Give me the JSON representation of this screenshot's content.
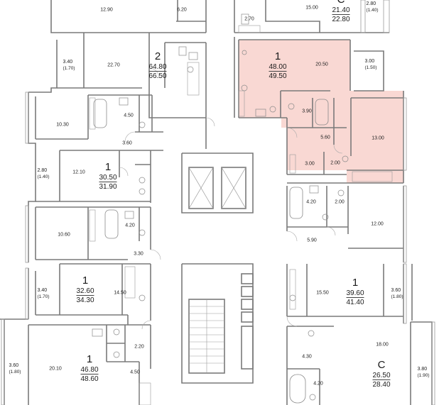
{
  "colors": {
    "wall": "#7a7a7a",
    "highlight": "#f9d8d3",
    "ink": "#1e1e1e"
  },
  "apartments": [
    {
      "id": "left-2",
      "rooms": "2",
      "living_area": "64.80",
      "total_area": "66.50"
    },
    {
      "id": "left-1a",
      "rooms": "1",
      "living_area": "30.50",
      "total_area": "31.90"
    },
    {
      "id": "left-1b",
      "rooms": "1",
      "living_area": "32.60",
      "total_area": "34.30"
    },
    {
      "id": "left-1c",
      "rooms": "1",
      "living_area": "46.80",
      "total_area": "48.60"
    },
    {
      "id": "right-c-top",
      "rooms": "C",
      "living_area": "21.40",
      "total_area": "22.80"
    },
    {
      "id": "right-1-highlighted",
      "rooms": "1",
      "living_area": "48.00",
      "total_area": "49.50"
    },
    {
      "id": "right-1b",
      "rooms": "1",
      "living_area": "39.60",
      "total_area": "41.40"
    },
    {
      "id": "right-c-bottom",
      "rooms": "C",
      "living_area": "26.50",
      "total_area": "28.40"
    }
  ],
  "rooms": [
    {
      "id": "r1",
      "area": "12.90"
    },
    {
      "id": "r2",
      "area": "6.20"
    },
    {
      "id": "r3",
      "area": "22.70"
    },
    {
      "id": "r4",
      "area": "3.40",
      "sub": "(1.70)"
    },
    {
      "id": "r5",
      "area": "4.50"
    },
    {
      "id": "r6",
      "area": "10.30"
    },
    {
      "id": "r7",
      "area": "3.60"
    },
    {
      "id": "r8",
      "area": "12.10"
    },
    {
      "id": "r9",
      "area": "2.80",
      "sub": "(1.40)"
    },
    {
      "id": "r10",
      "area": "10.60"
    },
    {
      "id": "r11",
      "area": "4.20"
    },
    {
      "id": "r12",
      "area": "3.30"
    },
    {
      "id": "r13",
      "area": "14.50"
    },
    {
      "id": "r14",
      "area": "3.40",
      "sub": "(1.70)"
    },
    {
      "id": "r15",
      "area": "2.20"
    },
    {
      "id": "r16",
      "area": "20.10"
    },
    {
      "id": "r17",
      "area": "3.60",
      "sub": "(1.80)"
    },
    {
      "id": "r18",
      "area": "4.50"
    },
    {
      "id": "r19",
      "area": "2.70"
    },
    {
      "id": "r20",
      "area": "15.00"
    },
    {
      "id": "r21",
      "area": "2.80",
      "sub": "(1.40)"
    },
    {
      "id": "r22",
      "area": "20.50"
    },
    {
      "id": "r23",
      "area": "3.00",
      "sub": "(1.50)"
    },
    {
      "id": "r24",
      "area": "3.90"
    },
    {
      "id": "r25",
      "area": "5.60"
    },
    {
      "id": "r26",
      "area": "13.00"
    },
    {
      "id": "r27",
      "area": "3.00"
    },
    {
      "id": "r28",
      "area": "2.00"
    },
    {
      "id": "r29",
      "area": "4.20"
    },
    {
      "id": "r30",
      "area": "2.00"
    },
    {
      "id": "r31",
      "area": "12.00"
    },
    {
      "id": "r32",
      "area": "5.90"
    },
    {
      "id": "r33",
      "area": "15.50"
    },
    {
      "id": "r34",
      "area": "3.60",
      "sub": "(1.80)"
    },
    {
      "id": "r35",
      "area": "18.00"
    },
    {
      "id": "r36",
      "area": "4.30"
    },
    {
      "id": "r37",
      "area": "4.20"
    },
    {
      "id": "r38",
      "area": "3.80",
      "sub": "(1.90)"
    }
  ]
}
